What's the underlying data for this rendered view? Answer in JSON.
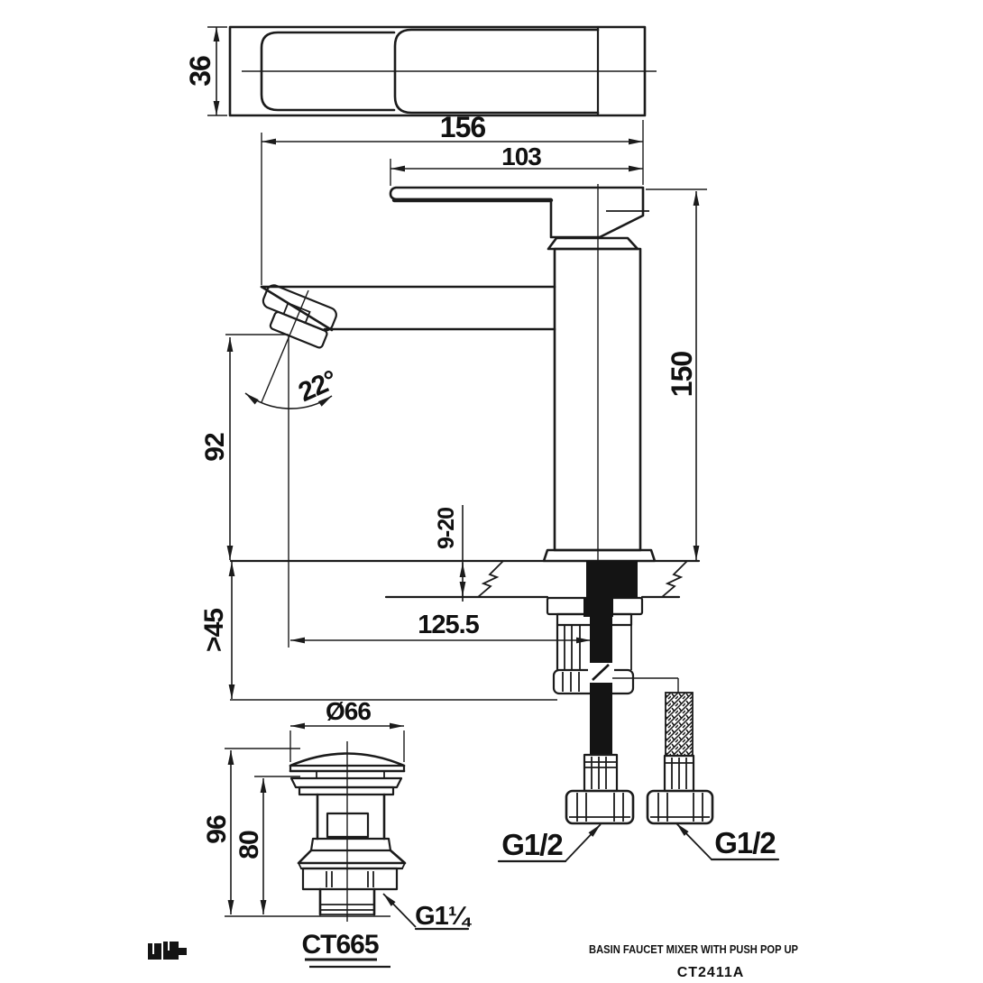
{
  "drawing": {
    "colors": {
      "line": "#1b1b1b",
      "background": "#ffffff",
      "hose_fill": "#141414"
    },
    "icons": {
      "brand_mark": "brand-logo-mark",
      "arrowhead": "dimension-arrow"
    },
    "dim_labels": {
      "handle_top_width": "36",
      "overall_length": "156",
      "spout_reach": "103",
      "spout_angle": "22°",
      "spout_outlet_height": "92",
      "height_above_deck": "150",
      "deck_thickness": "9-20",
      "clearance_below": ">45",
      "outlet_to_axis": "125.5",
      "popup_cap_diameter": "Ø66",
      "popup_total_height": "96",
      "popup_under_height": "80",
      "supply_thread_left": "G1/2",
      "supply_thread_right": "G1/2",
      "drain_thread": "G1¼",
      "popup_model": "CT665"
    },
    "footer": {
      "title": "BASIN FAUCET MIXER WITH PUSH POP UP",
      "model": "CT2411A"
    }
  }
}
